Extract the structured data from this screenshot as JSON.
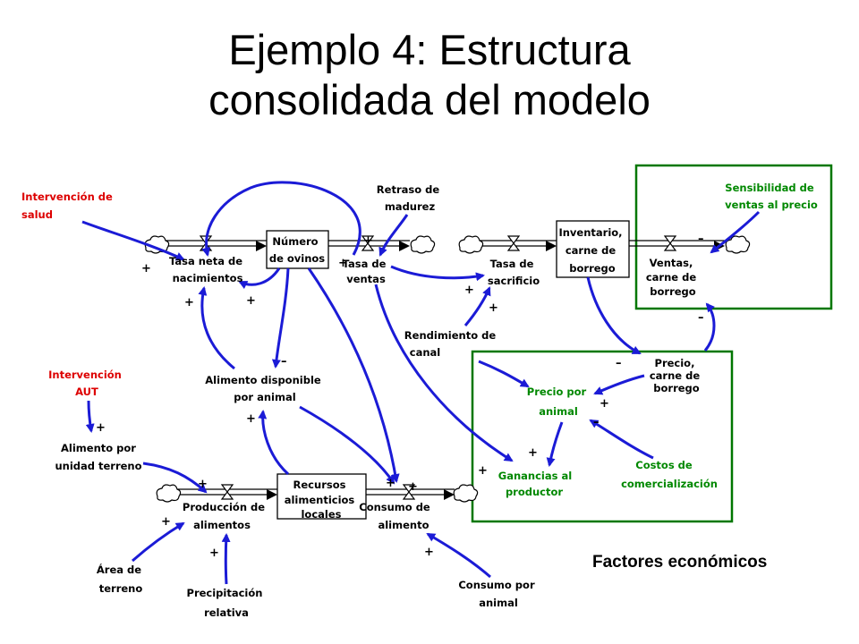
{
  "title": {
    "line1": "Ejemplo 4: Estructura",
    "line2": "consolidada del modelo"
  },
  "colors": {
    "link": "#1b1bd6",
    "exogenous": "#dd0000",
    "economic": "#008800",
    "group_box": "#007700"
  },
  "stocks": {
    "ovinos": [
      "Número",
      "de ovinos"
    ],
    "inventario": [
      "Inventario,",
      "carne de",
      "borrego"
    ],
    "recursos": [
      "Recursos",
      "alimenticios",
      "locales"
    ]
  },
  "labels": {
    "intervencion_salud": [
      "Intervención de",
      "salud"
    ],
    "retraso_madurez": [
      "Retraso de",
      "madurez"
    ],
    "tasa_nacimientos": [
      "Tasa neta de",
      "nacimientos"
    ],
    "tasa_ventas": [
      "Tasa de",
      "ventas"
    ],
    "tasa_sacrificio": [
      "Tasa de",
      "sacrificio"
    ],
    "ventas_carne": [
      "Ventas,",
      "carne de",
      "borrego"
    ],
    "sensibilidad": [
      "Sensibilidad de",
      "ventas al precio"
    ],
    "rendimiento": [
      "Rendimiento de",
      "canal"
    ],
    "intervencion_aut": [
      "Intervención",
      "AUT"
    ],
    "alimento_disponible": [
      "Alimento disponible",
      "por animal"
    ],
    "precio_carne": [
      "Precio,",
      "carne de",
      "borrego"
    ],
    "precio_animal": [
      "Precio por",
      "animal"
    ],
    "alimento_unidad": [
      "Alimento por",
      "unidad terreno"
    ],
    "ganancias": [
      "Ganancias al",
      "productor"
    ],
    "costos": [
      "Costos de",
      "comercialización"
    ],
    "produccion": [
      "Producción de",
      "alimentos"
    ],
    "consumo_alimento": [
      "Consumo de",
      "alimento"
    ],
    "area_terreno": [
      "Área de",
      "terreno"
    ],
    "precipitacion": [
      "Precipitación",
      "relativa"
    ],
    "consumo_animal": [
      "Consumo por",
      "animal"
    ]
  },
  "signs": {
    "plus": "+",
    "minus": "–"
  },
  "group_label": "Factores económicos"
}
